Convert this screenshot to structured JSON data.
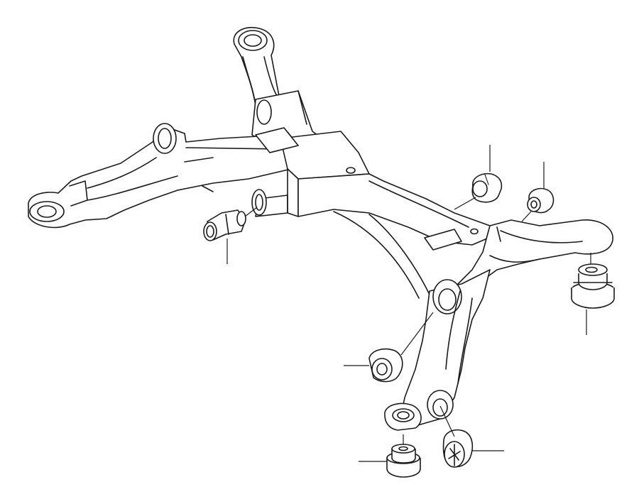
{
  "diagram": {
    "kind": "exploded-parts-illustration",
    "colors": {
      "line": "#1a1a1a",
      "background": "#ffffff"
    },
    "parts": [
      {
        "id": "bushing-front-left"
      },
      {
        "id": "bushing-center-right-upper"
      },
      {
        "id": "bushing-small-right"
      },
      {
        "id": "bushing-large-right-mount"
      },
      {
        "id": "bushing-center-lower"
      },
      {
        "id": "bushing-bottom-left"
      },
      {
        "id": "bushing-bottom-right"
      }
    ]
  }
}
